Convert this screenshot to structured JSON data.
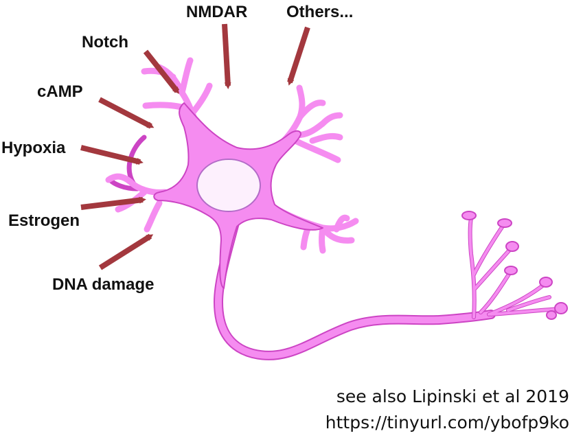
{
  "signals": [
    {
      "id": "notch",
      "label": "Notch"
    },
    {
      "id": "nmdar",
      "label": "NMDAR"
    },
    {
      "id": "others",
      "label": "Others..."
    },
    {
      "id": "camp",
      "label": "cAMP"
    },
    {
      "id": "hypoxia",
      "label": "Hypoxia"
    },
    {
      "id": "estrogen",
      "label": "Estrogen"
    },
    {
      "id": "dna-damage",
      "label": "DNA damage"
    }
  ],
  "citation": {
    "line1": "see also Lipinski et al 2019",
    "line2": "https://tinyurl.com/ybofp9ko"
  },
  "colors": {
    "neuron_fill": "#f58cf0",
    "neuron_stroke": "#cc44c4",
    "nucleus_fill": "#fdf0fd",
    "nucleus_stroke": "#b26cc7",
    "arrow": "#a3383e",
    "text": "#111111"
  }
}
